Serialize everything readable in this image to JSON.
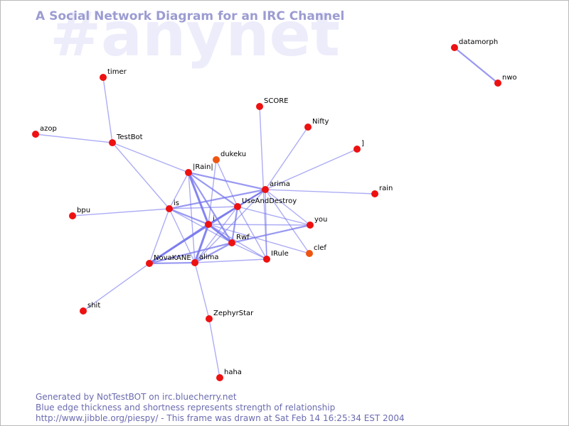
{
  "watermark": "#anynet",
  "title": "A Social Network Diagram for an IRC Channel",
  "footer": {
    "line1": "Generated by NotTestBOT on irc.bluecherry.net",
    "line2": "Blue edge thickness and shortness represents strength of relationship",
    "line3": "http://www.jibble.org/piespy/ - This frame was drawn at Sat Feb 14 16:25:34 EST 2004"
  },
  "colors": {
    "node": "#ee1111",
    "node_alt": "#ee5511",
    "edge": "#7777ee",
    "title": "#9c9cd2",
    "watermark": "#ececfb",
    "footer": "#6b6bb0"
  },
  "nodes": [
    {
      "id": "timer",
      "label": "timer"
    },
    {
      "id": "azop",
      "label": "azop"
    },
    {
      "id": "TestBot",
      "label": "TestBot"
    },
    {
      "id": "bpu",
      "label": "bpu"
    },
    {
      "id": "shit",
      "label": "shit"
    },
    {
      "id": "SCORE",
      "label": "SCORE"
    },
    {
      "id": "Nifty",
      "label": "Nifty"
    },
    {
      "id": "bracket",
      "label": "]"
    },
    {
      "id": "rain",
      "label": "rain"
    },
    {
      "id": "dukeku",
      "label": "dukeku",
      "alt": true
    },
    {
      "id": "IRainI",
      "label": "|Rain|"
    },
    {
      "id": "arima",
      "label": "arima"
    },
    {
      "id": "is",
      "label": "is"
    },
    {
      "id": "UseAndDestroy",
      "label": "UseAndDestroy"
    },
    {
      "id": "i",
      "label": "i"
    },
    {
      "id": "you",
      "label": "you"
    },
    {
      "id": "Rwf",
      "label": "Rwf"
    },
    {
      "id": "clef",
      "label": "clef",
      "alt": true
    },
    {
      "id": "NovaKANE",
      "label": "NovaKANE"
    },
    {
      "id": "alima",
      "label": "alima"
    },
    {
      "id": "IRule",
      "label": "IRule"
    },
    {
      "id": "ZephyrStar",
      "label": "ZephyrStar"
    },
    {
      "id": "haha",
      "label": "haha"
    },
    {
      "id": "datamorph",
      "label": "datamorph"
    },
    {
      "id": "nwo",
      "label": "nwo"
    }
  ],
  "edges": [
    {
      "source": "timer",
      "target": "TestBot",
      "weight": 1
    },
    {
      "source": "azop",
      "target": "TestBot",
      "weight": 1
    },
    {
      "source": "TestBot",
      "target": "is",
      "weight": 1
    },
    {
      "source": "TestBot",
      "target": "IRainI",
      "weight": 1
    },
    {
      "source": "bpu",
      "target": "is",
      "weight": 1
    },
    {
      "source": "shit",
      "target": "NovaKANE",
      "weight": 1
    },
    {
      "source": "SCORE",
      "target": "IRule",
      "weight": 1
    },
    {
      "source": "Nifty",
      "target": "arima",
      "weight": 1
    },
    {
      "source": "bracket",
      "target": "arima",
      "weight": 1
    },
    {
      "source": "rain",
      "target": "arima",
      "weight": 1
    },
    {
      "source": "dukeku",
      "target": "UseAndDestroy",
      "weight": 1
    },
    {
      "source": "dukeku",
      "target": "i",
      "weight": 1
    },
    {
      "source": "IRainI",
      "target": "i",
      "weight": 3
    },
    {
      "source": "IRainI",
      "target": "UseAndDestroy",
      "weight": 2
    },
    {
      "source": "IRainI",
      "target": "arima",
      "weight": 2
    },
    {
      "source": "IRainI",
      "target": "is",
      "weight": 1
    },
    {
      "source": "IRainI",
      "target": "Rwf",
      "weight": 2
    },
    {
      "source": "IRainI",
      "target": "alima",
      "weight": 1
    },
    {
      "source": "arima",
      "target": "i",
      "weight": 2
    },
    {
      "source": "arima",
      "target": "UseAndDestroy",
      "weight": 2
    },
    {
      "source": "arima",
      "target": "is",
      "weight": 2
    },
    {
      "source": "arima",
      "target": "you",
      "weight": 1
    },
    {
      "source": "arima",
      "target": "clef",
      "weight": 1
    },
    {
      "source": "arima",
      "target": "IRule",
      "weight": 1
    },
    {
      "source": "arima",
      "target": "alima",
      "weight": 1
    },
    {
      "source": "arima",
      "target": "NovaKANE",
      "weight": 1
    },
    {
      "source": "is",
      "target": "i",
      "weight": 2
    },
    {
      "source": "is",
      "target": "UseAndDestroy",
      "weight": 1
    },
    {
      "source": "is",
      "target": "NovaKANE",
      "weight": 1
    },
    {
      "source": "is",
      "target": "alima",
      "weight": 1
    },
    {
      "source": "is",
      "target": "Rwf",
      "weight": 1
    },
    {
      "source": "UseAndDestroy",
      "target": "i",
      "weight": 2
    },
    {
      "source": "UseAndDestroy",
      "target": "Rwf",
      "weight": 2
    },
    {
      "source": "UseAndDestroy",
      "target": "you",
      "weight": 1
    },
    {
      "source": "UseAndDestroy",
      "target": "IRule",
      "weight": 1
    },
    {
      "source": "UseAndDestroy",
      "target": "alima",
      "weight": 1
    },
    {
      "source": "i",
      "target": "Rwf",
      "weight": 3
    },
    {
      "source": "i",
      "target": "NovaKANE",
      "weight": 3
    },
    {
      "source": "i",
      "target": "alima",
      "weight": 3
    },
    {
      "source": "i",
      "target": "you",
      "weight": 1
    },
    {
      "source": "i",
      "target": "IRule",
      "weight": 1
    },
    {
      "source": "i",
      "target": "clef",
      "weight": 1
    },
    {
      "source": "Rwf",
      "target": "you",
      "weight": 2
    },
    {
      "source": "Rwf",
      "target": "NovaKANE",
      "weight": 2
    },
    {
      "source": "Rwf",
      "target": "alima",
      "weight": 2
    },
    {
      "source": "Rwf",
      "target": "IRule",
      "weight": 1
    },
    {
      "source": "NovaKANE",
      "target": "alima",
      "weight": 2
    },
    {
      "source": "NovaKANE",
      "target": "UseAndDestroy",
      "weight": 1
    },
    {
      "source": "alima",
      "target": "IRule",
      "weight": 1
    },
    {
      "source": "alima",
      "target": "ZephyrStar",
      "weight": 1
    },
    {
      "source": "ZephyrStar",
      "target": "haha",
      "weight": 1
    },
    {
      "source": "datamorph",
      "target": "nwo",
      "weight": 2
    }
  ]
}
